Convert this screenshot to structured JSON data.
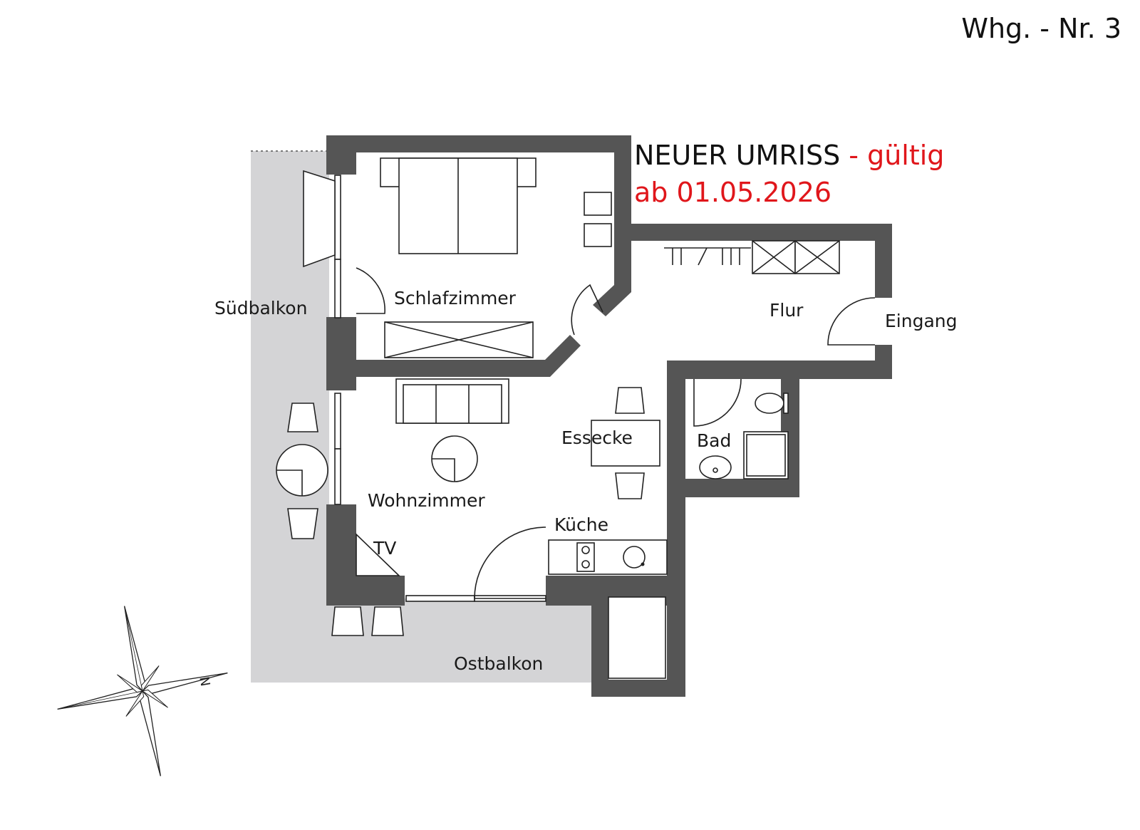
{
  "apartment_number": "Whg. - Nr. 3",
  "notice": {
    "title": "NEUER UMRISS",
    "valid": "- gültig",
    "date": "ab 01.05.2026"
  },
  "rooms": {
    "schlafzimmer": "Schlafzimmer",
    "suedbalkon": "Südbalkon",
    "flur": "Flur",
    "eingang": "Eingang",
    "essecke": "Essecke",
    "bad": "Bad",
    "wohnzimmer": "Wohnzimmer",
    "kueche": "Küche",
    "tv": "TV",
    "ostbalkon": "Ostbalkon"
  },
  "compass": {
    "north": "N"
  },
  "colors": {
    "wall": "#555555",
    "balcony": "#d4d4d6",
    "notice_red": "#e0161b",
    "text": "#1a1a1a"
  }
}
